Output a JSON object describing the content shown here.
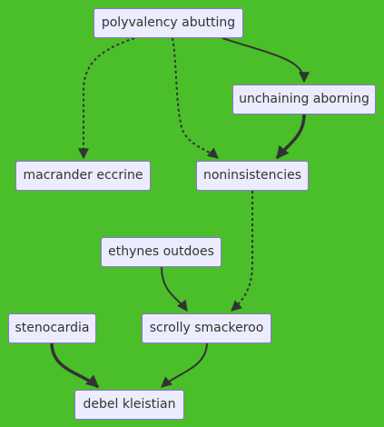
{
  "nodes": {
    "polyvalency_abutting": "polyvalency abutting",
    "unchaining_aborning": "unchaining aborning",
    "macrander_eccrine": "macrander eccrine",
    "noninsistencies": "noninsistencies",
    "ethynes_outdoes": "ethynes outdoes",
    "stenocardia": "stenocardia",
    "scrolly_smackeroo": "scrolly smackeroo",
    "debel_kleistian": "debel kleistian"
  },
  "edges": [
    {
      "from": "polyvalency_abutting",
      "to": "unchaining_aborning",
      "style": "solid"
    },
    {
      "from": "polyvalency_abutting",
      "to": "macrander_eccrine",
      "style": "dotted"
    },
    {
      "from": "polyvalency_abutting",
      "to": "noninsistencies",
      "style": "dotted"
    },
    {
      "from": "unchaining_aborning",
      "to": "noninsistencies",
      "style": "thick"
    },
    {
      "from": "noninsistencies",
      "to": "scrolly_smackeroo",
      "style": "dotted"
    },
    {
      "from": "ethynes_outdoes",
      "to": "scrolly_smackeroo",
      "style": "solid"
    },
    {
      "from": "stenocardia",
      "to": "debel_kleistian",
      "style": "thick"
    },
    {
      "from": "scrolly_smackeroo",
      "to": "debel_kleistian",
      "style": "solid"
    }
  ],
  "colors": {
    "background": "#4abf2a",
    "node_fill": "#ececff",
    "node_border": "#9370db",
    "edge": "#333333"
  }
}
